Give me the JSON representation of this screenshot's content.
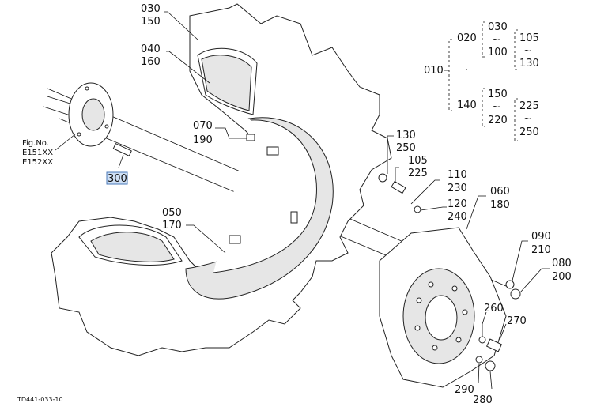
{
  "labels": {
    "p030": "030",
    "p150": "150",
    "p040": "040",
    "p160": "160",
    "p070": "070",
    "p190": "190",
    "p050": "050",
    "p170": "170",
    "p130": "130",
    "p250": "250",
    "p105": "105",
    "p225": "225",
    "p110": "110",
    "p230": "230",
    "p120": "120",
    "p240": "240",
    "p060": "060",
    "p180": "180",
    "p090": "090",
    "p210": "210",
    "p080": "080",
    "p200": "200",
    "p260": "260",
    "p270": "270",
    "p290": "290",
    "p280": "280",
    "p300": "300"
  },
  "legend": {
    "p010": "010",
    "dot": "·",
    "p020": "020",
    "a030": "030",
    "tilde1": "~",
    "a100": "100",
    "a105": "105",
    "tilde2": "~",
    "a130": "130",
    "p140": "140",
    "a150": "150",
    "tilde3": "~",
    "a220": "220",
    "a225": "225",
    "tilde4": "~",
    "a250": "250"
  },
  "figref": {
    "line1": "Fig.No.",
    "line2": "E151XX",
    "line3": "E152XX"
  },
  "footer": {
    "code": "TD441-033-10"
  }
}
